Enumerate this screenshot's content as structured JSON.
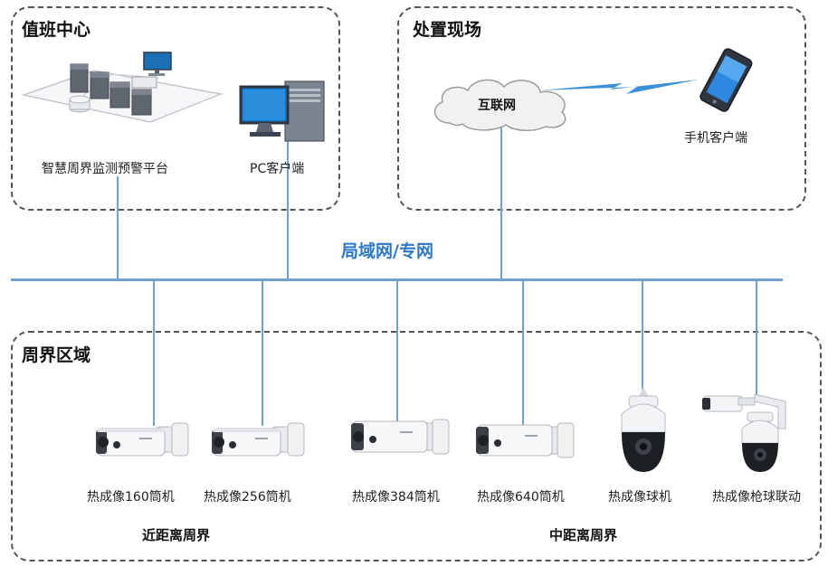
{
  "zones": {
    "duty_center": {
      "title": "值班中心"
    },
    "disposal_site": {
      "title": "处置现场"
    },
    "perimeter_area": {
      "title": "周界区域"
    }
  },
  "network": {
    "title": "局域网/专网"
  },
  "devices": {
    "platform": {
      "label": "智慧周界监测预警平台"
    },
    "pc_client": {
      "label": "PC客户端"
    },
    "internet": {
      "label": "互联网"
    },
    "mobile_client": {
      "label": "手机客户端"
    }
  },
  "cameras": [
    {
      "label": "热成像160筒机",
      "icon": "bullet-camera-icon"
    },
    {
      "label": "热成像256筒机",
      "icon": "bullet-camera-icon"
    },
    {
      "label": "热成像384筒机",
      "icon": "bullet-camera-icon"
    },
    {
      "label": "热成像640筒机",
      "icon": "bullet-camera-icon"
    },
    {
      "label": "热成像球机",
      "icon": "dome-camera-icon"
    },
    {
      "label": "热成像枪球联动",
      "icon": "bullet-dome-linkage-icon"
    }
  ],
  "groups": {
    "near": {
      "label": "近距离周界"
    },
    "mid": {
      "label": "中距离周界"
    }
  },
  "colors": {
    "network_line": "#6fa1d2",
    "network_title": "#2e79c3",
    "zone_border": "#555555"
  }
}
